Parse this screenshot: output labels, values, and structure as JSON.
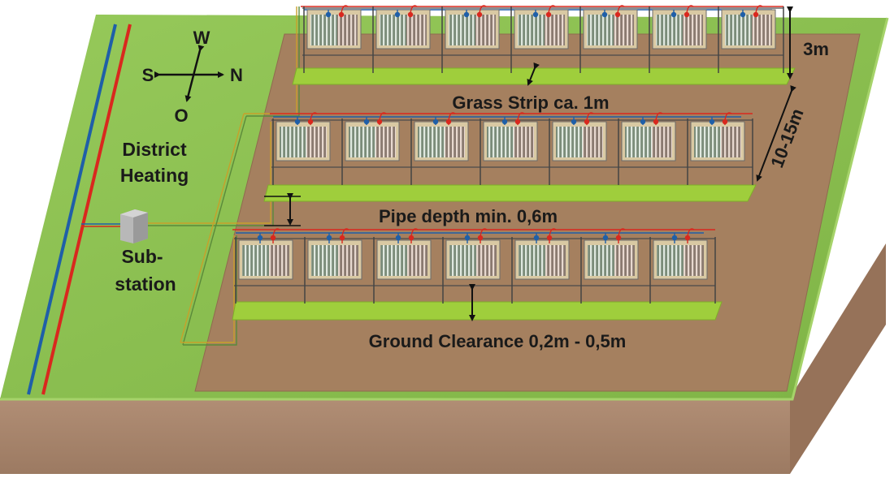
{
  "compass": {
    "north": "N",
    "south": "S",
    "west": "W",
    "east": "O"
  },
  "labels": {
    "district_heating_line1": "District",
    "district_heating_line2": "Heating",
    "substation_line1": "Sub-",
    "substation_line2": "station",
    "grass_strip": "Grass Strip ca. 1m",
    "pipe_depth": "Pipe depth min. 0,6m",
    "ground_clearance": "Ground Clearance 0,2m - 0,5m",
    "height_3m": "3m",
    "row_spacing": "10-15m"
  },
  "rows": [
    {
      "panel_count": 7
    },
    {
      "panel_count": 7
    },
    {
      "panel_count": 7
    }
  ],
  "colors": {
    "grass": "#8cc152",
    "grass_dark": "#6f9e3a",
    "soil_side": "#a8866c",
    "soil_field": "#a98266",
    "supply_pipe": "#d9281e",
    "return_pipe": "#1f5fa8",
    "grass_strip": "#9fce3c"
  }
}
